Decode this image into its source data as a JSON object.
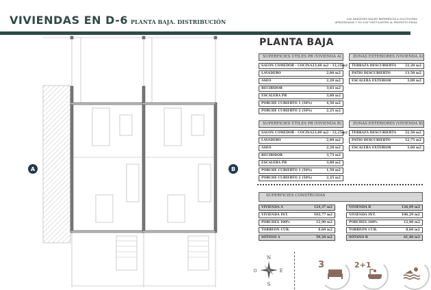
{
  "header": {
    "title": "VIVIENDAS EN D-6",
    "subtitle": "PLANTA BAJA. DISTRIBUCIÓN",
    "disclaimer_1": "LAS IMÁGENES HACEN REFERENCIA A SOLUCIONES",
    "disclaimer_2": "APROXIMADAS Y NO SON VINCULANTES AL PROYECTO FINAL"
  },
  "plan": {
    "label_a": "A",
    "label_b": "B"
  },
  "section_title": "PLANTA BAJA",
  "tables": {
    "utiles_a": {
      "title": "SUPERFICIES ÚTILES PB (VIVIENDA A)",
      "rows": [
        [
          "SALÓN COMEDOR - COCINA",
          "23,60 m2 - 12,25m2"
        ],
        [
          "LAVADERO",
          "2,80 m2"
        ],
        [
          "ASEO",
          "2,20 m2"
        ],
        [
          "RECIBIDOR",
          "3,65 m2"
        ],
        [
          "ESCALERA PB",
          "3,80 m2"
        ],
        [
          "PORCHE CUBIERTO 1 (50%)",
          "4,50 m2"
        ],
        [
          "PORCHE CUBIERTO 2 (50%)",
          "2,25 m2"
        ]
      ]
    },
    "ext_a": {
      "title": "ZONAS EXTERIORES (VIVIENDA A)",
      "rows": [
        [
          "TERRAZA DESCUBIERTA",
          "22,20 m2"
        ],
        [
          "PATIO DESCUBIERTO",
          "13,50 m2"
        ],
        [
          "ESCALERA EXTERIOR",
          "3,80 m2"
        ]
      ]
    },
    "utiles_b": {
      "title": "SUPERFICIES ÚTILES PB (VIVIENDA B)",
      "rows": [
        [
          "SALÓN COMEDOR - COCINA",
          "23,80 m2 - 12,25m2"
        ],
        [
          "LAVADERO",
          "2,80 m2"
        ],
        [
          "ASEO",
          "2,20 m2"
        ],
        [
          "RECIBIDOR",
          "3,75 m2"
        ],
        [
          "ESCALERA PB",
          "3,80 m2"
        ],
        [
          "PORCHE CUBIERTO 1 (50%)",
          "1,50 m2"
        ],
        [
          "PORCHE CUBIERTO 2 (50%)",
          "2,25 m2"
        ]
      ]
    },
    "ext_b": {
      "title": "ZONAS EXTERIORES (VIVIENDA B)",
      "rows": [
        [
          "TERRAZA DESCUBIERTA",
          "22,50 m2"
        ],
        [
          "PATIO DESCUBIERTO",
          "12,75 m2"
        ],
        [
          "ESCALERA EXTERIOR",
          "3,60 m2"
        ]
      ]
    },
    "construidas": {
      "title": "SUPERFICIES CONSTRUIDAS",
      "a": [
        [
          "VIVIENDA A",
          "124,37 m2"
        ],
        [
          "VIVIENDA INT.",
          "103,77 m2"
        ],
        [
          "PORCHES 100%",
          "12,00 m2"
        ],
        [
          "TORREÓN CUB.",
          "8,60 m2"
        ],
        [
          "SÓTANO A",
          "59,20 m2"
        ]
      ],
      "b": [
        [
          "VIVIENDA B",
          "126,09 m2"
        ],
        [
          "VIVIENDA INT.",
          "106,29 m2"
        ],
        [
          "PORCHES 100%",
          "12,00 m2"
        ],
        [
          "TORREÓN CUB.",
          "8,60 m2"
        ],
        [
          "SÓTANO B",
          "61,60 m2"
        ]
      ]
    }
  },
  "compass": {
    "n": "N",
    "e": "E",
    "w": "O",
    "s": "S"
  },
  "amenities": {
    "bedrooms": "3",
    "bathrooms": "2+1"
  },
  "colors": {
    "brand": "#2f4a45",
    "table_header": "#d6d6d6",
    "amenity": "#8a6a5a"
  }
}
